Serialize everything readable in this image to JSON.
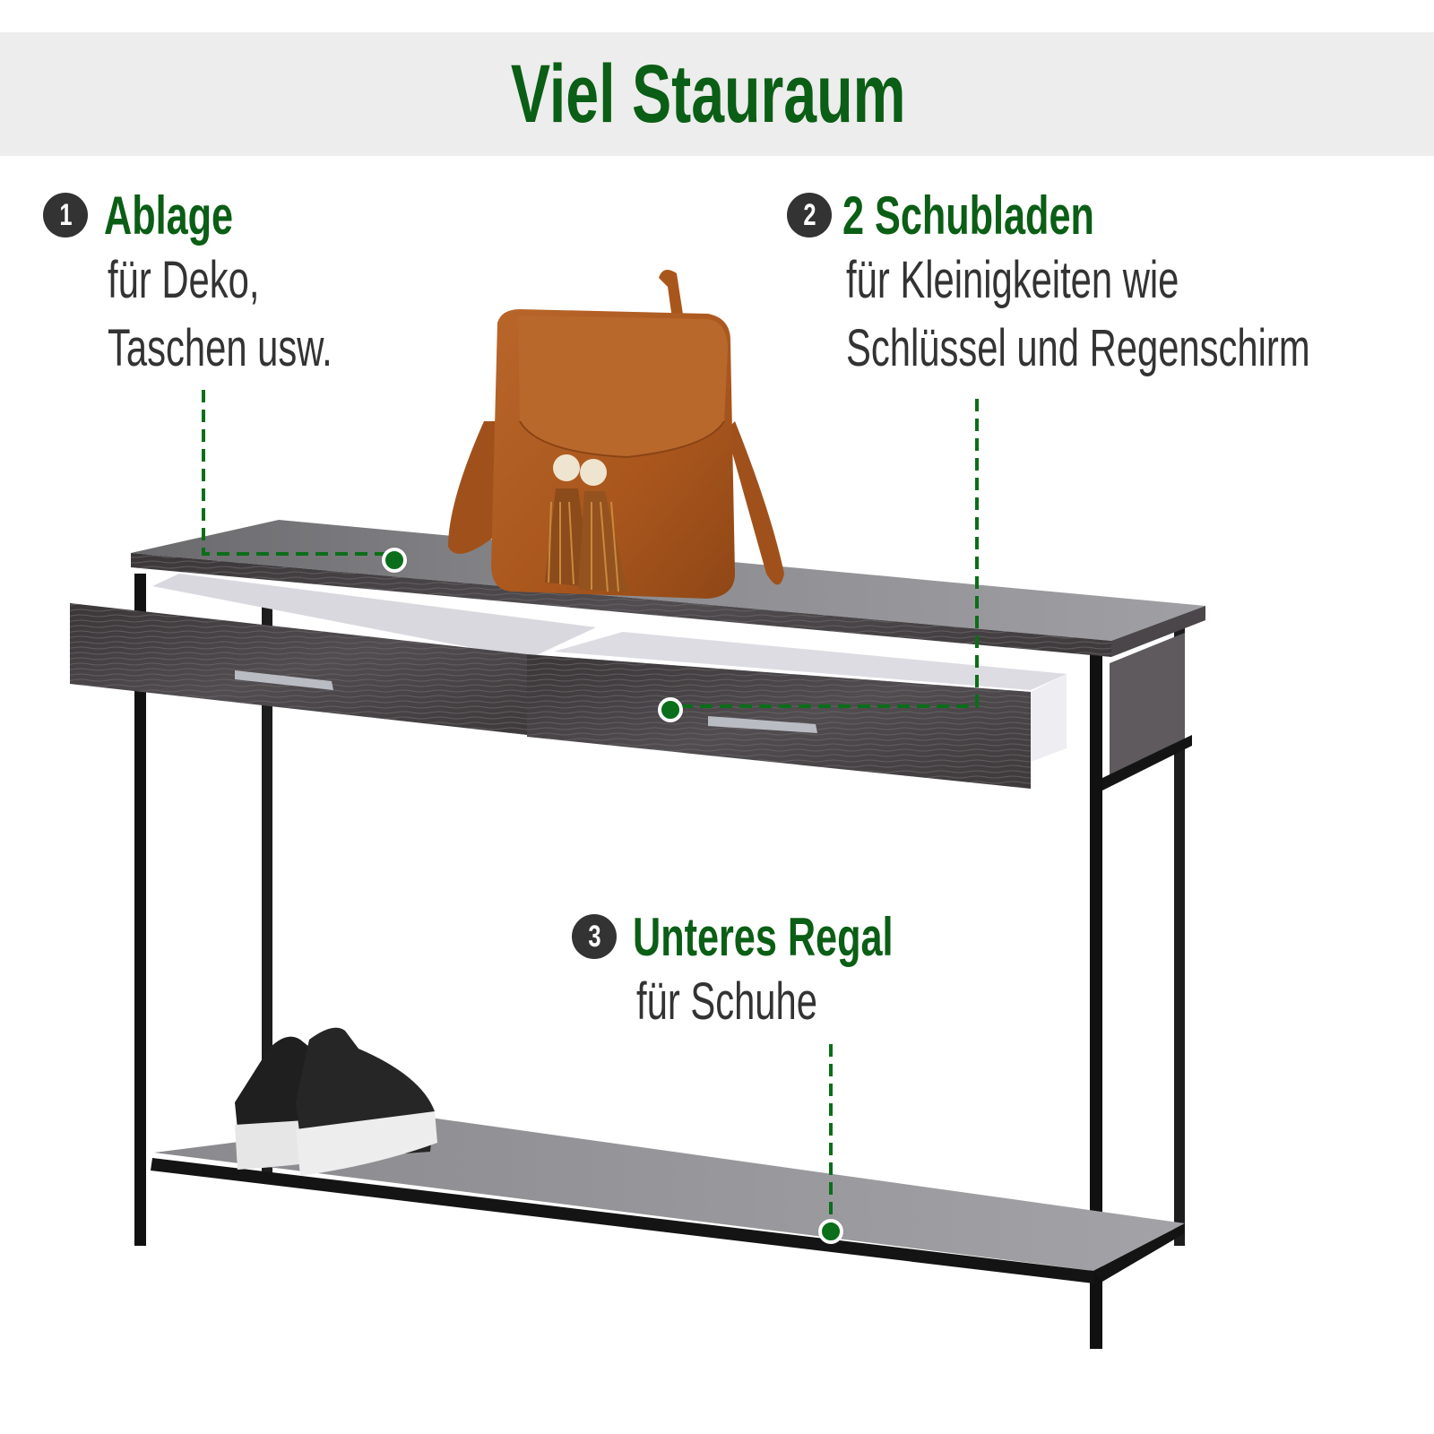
{
  "header": {
    "title": "Viel Stauraum"
  },
  "callouts": [
    {
      "number": "1",
      "heading": "Ablage",
      "lines": [
        "für Deko,",
        "Taschen usw."
      ]
    },
    {
      "number": "2",
      "heading": "2 Schubladen",
      "lines": [
        "für Kleinigkeiten wie",
        "Schlüssel und Regenschirm"
      ]
    },
    {
      "number": "3",
      "heading": "Unteres Regal",
      "lines": [
        "für Schuhe"
      ]
    }
  ],
  "colors": {
    "accent_green": "#0b5e15",
    "text_dark": "#333333",
    "banner_bg": "#ededed",
    "marker_green": "#0b6e1a"
  },
  "product": {
    "type": "console-table",
    "items_shown": [
      "brown-leather-backpack",
      "black-sneakers"
    ],
    "drawers": 2
  }
}
